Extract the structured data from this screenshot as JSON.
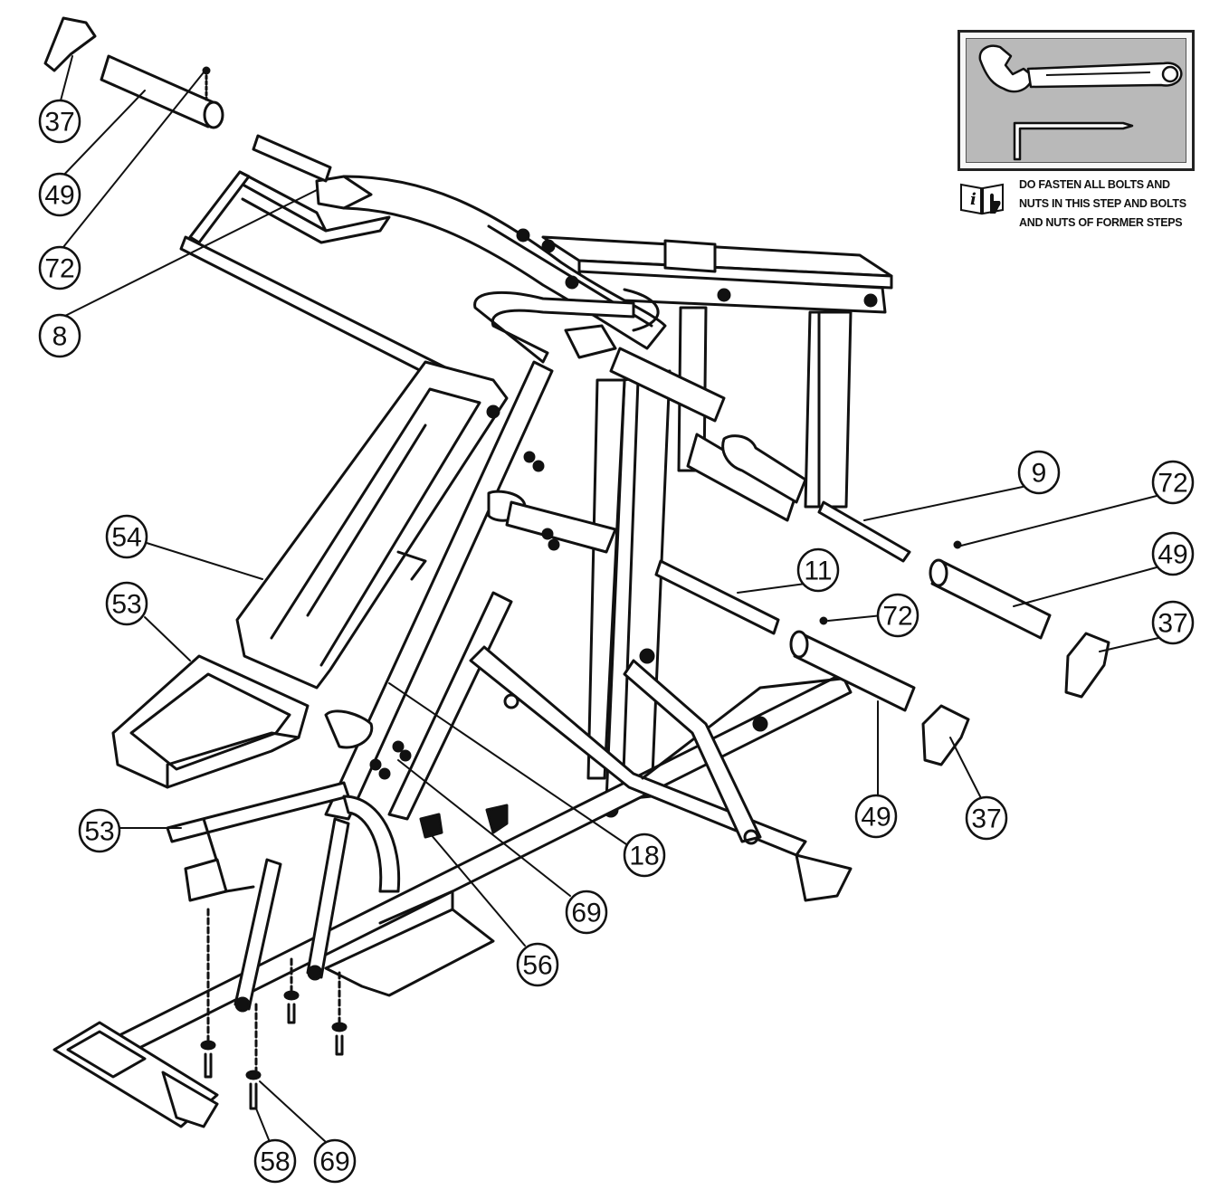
{
  "callouts": [
    {
      "label": "37"
    },
    {
      "label": "49"
    },
    {
      "label": "72"
    },
    {
      "label": "8"
    },
    {
      "label": "9"
    },
    {
      "label": "72"
    },
    {
      "label": "49"
    },
    {
      "label": "37"
    },
    {
      "label": "11"
    },
    {
      "label": "72"
    },
    {
      "label": "54"
    },
    {
      "label": "53"
    },
    {
      "label": "49"
    },
    {
      "label": "37"
    },
    {
      "label": "53"
    },
    {
      "label": "18"
    },
    {
      "label": "69"
    },
    {
      "label": "56"
    },
    {
      "label": "58"
    },
    {
      "label": "69"
    }
  ],
  "tools": {
    "items": [
      "adjustable-wrench",
      "hex-key"
    ]
  },
  "note": {
    "icon": "info-manual-icon",
    "lines": [
      "DO FASTEN ALL BOLTS AND",
      "NUTS IN THIS STEP AND BOLTS",
      "AND NUTS OF FORMER STEPS"
    ]
  },
  "colors": {
    "line": "#111111",
    "tool_panel": "#b9b9b9",
    "background": "#ffffff"
  }
}
